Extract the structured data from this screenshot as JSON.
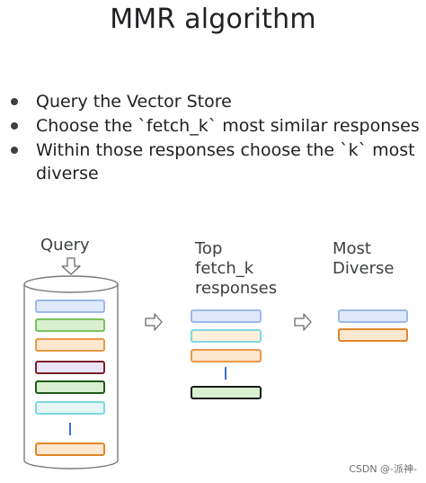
{
  "title": "MMR algorithm",
  "bullets": [
    "Query the Vector Store",
    "Choose the `fetch_k` most similar responses",
    "Within those responses choose the `k` most diverse"
  ],
  "diagram": {
    "query_label": "Query",
    "top_label_lines": [
      "Top",
      "fetch_k",
      "responses"
    ],
    "diverse_label_lines": [
      "Most",
      "Diverse"
    ],
    "store_records": [
      {
        "fill": "#dfe9fb",
        "stroke": "#9db9ea"
      },
      {
        "fill": "#d9efcf",
        "stroke": "#78c25c"
      },
      {
        "fill": "#fde7cf",
        "stroke": "#e89a45"
      },
      {
        "fill": "#e9e4f6",
        "stroke": "#7a1f2a"
      },
      {
        "fill": "#d9efcf",
        "stroke": "#1f5a1c"
      },
      {
        "fill": "#e4f6f6",
        "stroke": "#7fd8e3"
      },
      {
        "fill": "#fde7cf",
        "stroke": "#e0872a"
      }
    ],
    "top_records": [
      {
        "fill": "#dfe9fb",
        "stroke": "#9db9ea"
      },
      {
        "fill": "#fdf0dd",
        "stroke": "#7fd8e3"
      },
      {
        "fill": "#fde7cf",
        "stroke": "#e89a45"
      },
      {
        "fill": "#d9efcf",
        "stroke": "#1a1a1a"
      }
    ],
    "diverse_records": [
      {
        "fill": "#dfe9fb",
        "stroke": "#9db9ea"
      },
      {
        "fill": "#fde7cf",
        "stroke": "#e0872a"
      }
    ],
    "dash_color": "#3b6fd6"
  },
  "watermark": "CSDN @-派神-"
}
